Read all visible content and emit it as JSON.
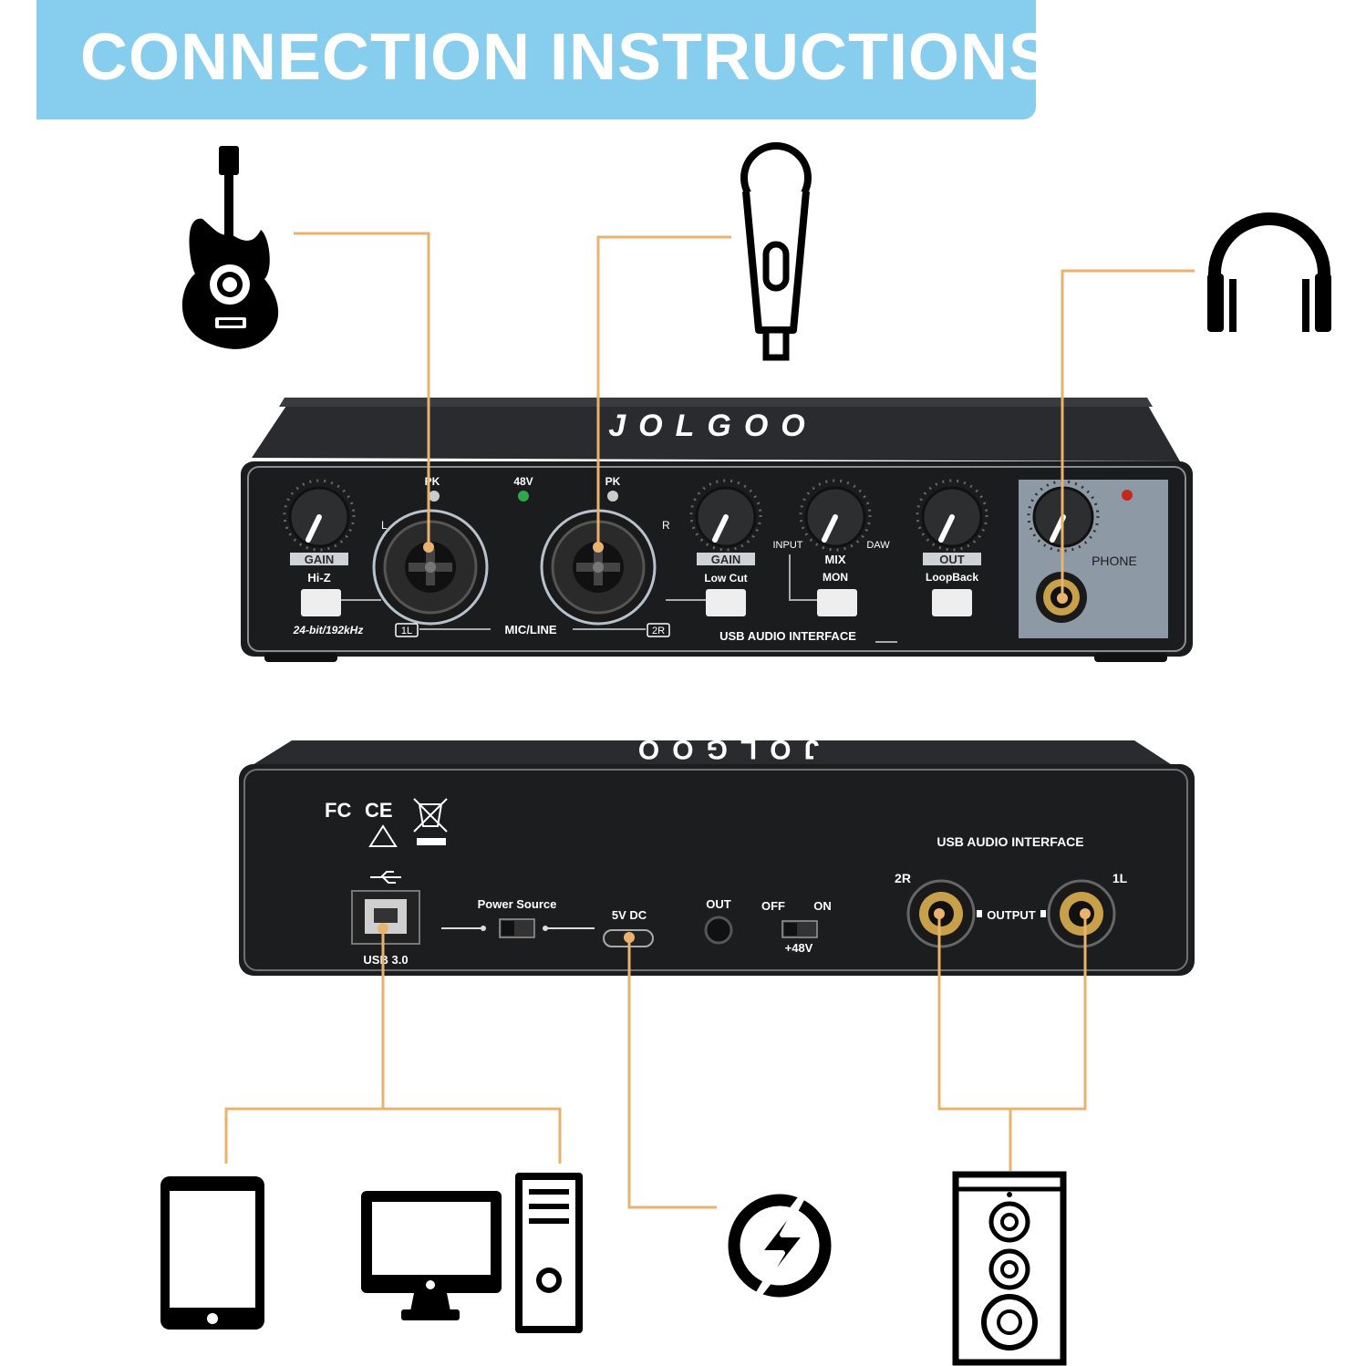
{
  "header": {
    "title": "CONNECTION INSTRUCTIONS"
  },
  "colors": {
    "banner": "#86cdee",
    "connector": "#e8b36e",
    "device": "#1b1c1e",
    "panel": "#8d9aa6"
  },
  "front_panel": {
    "brand": "JOLGOO",
    "pk_left": "PK",
    "phantom_led": "48V",
    "pk_right": "PK",
    "gain_left": "GAIN",
    "hiz_label": "Hi-Z",
    "channel_l": "L",
    "channel_r": "R",
    "gain_right": "GAIN",
    "lowcut_label": "Low Cut",
    "input_label": "INPUT",
    "mix_label": "MIX",
    "daw_label": "DAW",
    "mon_label": "MON",
    "out_label": "OUT",
    "loopback_label": "LoopBack",
    "phone_label": "PHONE",
    "bit_rate": "24-bit/192kHz",
    "input_1": "1L",
    "mic_line": "MIC/LINE",
    "input_2": "2R",
    "usb_label": "USB AUDIO INTERFACE"
  },
  "back_panel": {
    "brand": "JOLGOO",
    "fc_mark": "FC",
    "ce_mark": "CE",
    "usb_port": "USB 3.0",
    "power_source": "Power Source",
    "dc_label": "5V DC",
    "out_label": "OUT",
    "off_label": "OFF",
    "on_label": "ON",
    "phantom_label": "+48V",
    "usb_label": "USB AUDIO INTERFACE",
    "out_2r": "2R",
    "out_1l": "1L",
    "output_label": "OUTPUT"
  },
  "icons": [
    "guitar-icon",
    "microphone-icon",
    "headphones-icon",
    "tablet-icon",
    "desktop-computer-icon",
    "power-icon",
    "speaker-icon"
  ]
}
